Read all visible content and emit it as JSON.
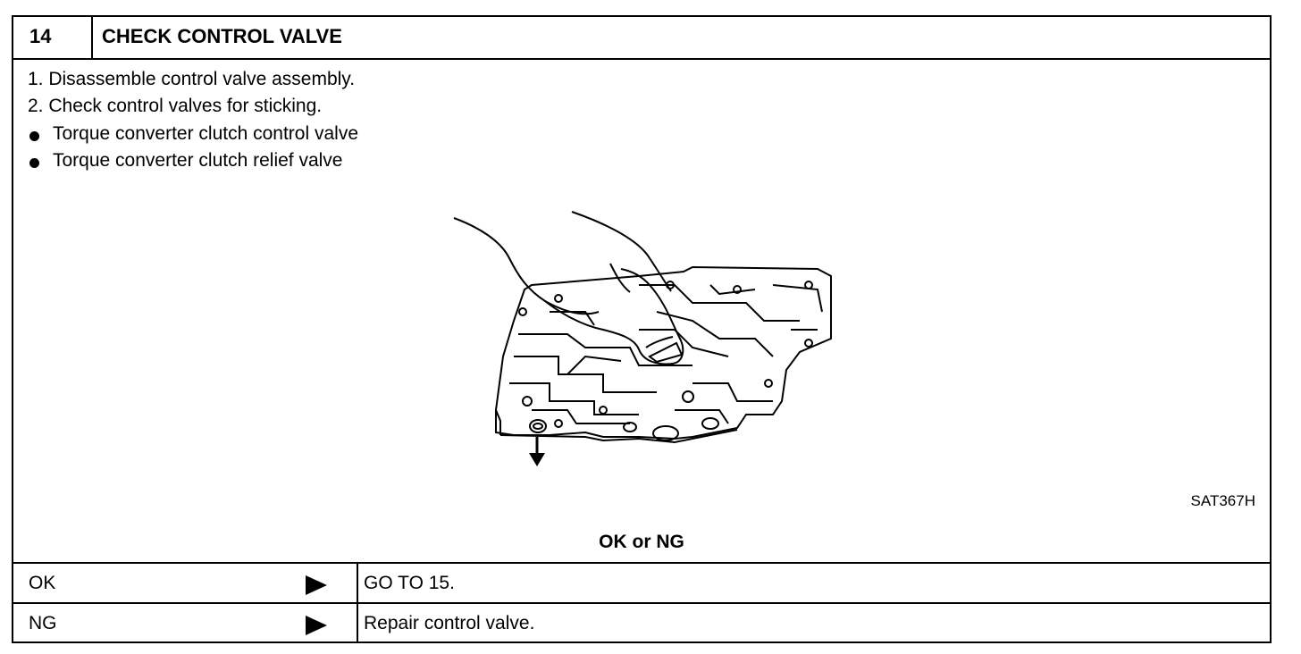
{
  "header": {
    "step_number": "14",
    "title": "CHECK CONTROL VALVE"
  },
  "instructions": {
    "steps": [
      "1.  Disassemble control valve assembly.",
      "2.  Check control valves for sticking."
    ],
    "bullets": [
      "Torque converter clutch control valve",
      "Torque converter clutch relief valve"
    ]
  },
  "figure": {
    "code": "SAT367H",
    "icon": "control-valve-illustration"
  },
  "result_prompt": "OK or NG",
  "results": [
    {
      "label": "OK",
      "action": "GO TO 15."
    },
    {
      "label": "NG",
      "action": "Repair control valve."
    }
  ]
}
